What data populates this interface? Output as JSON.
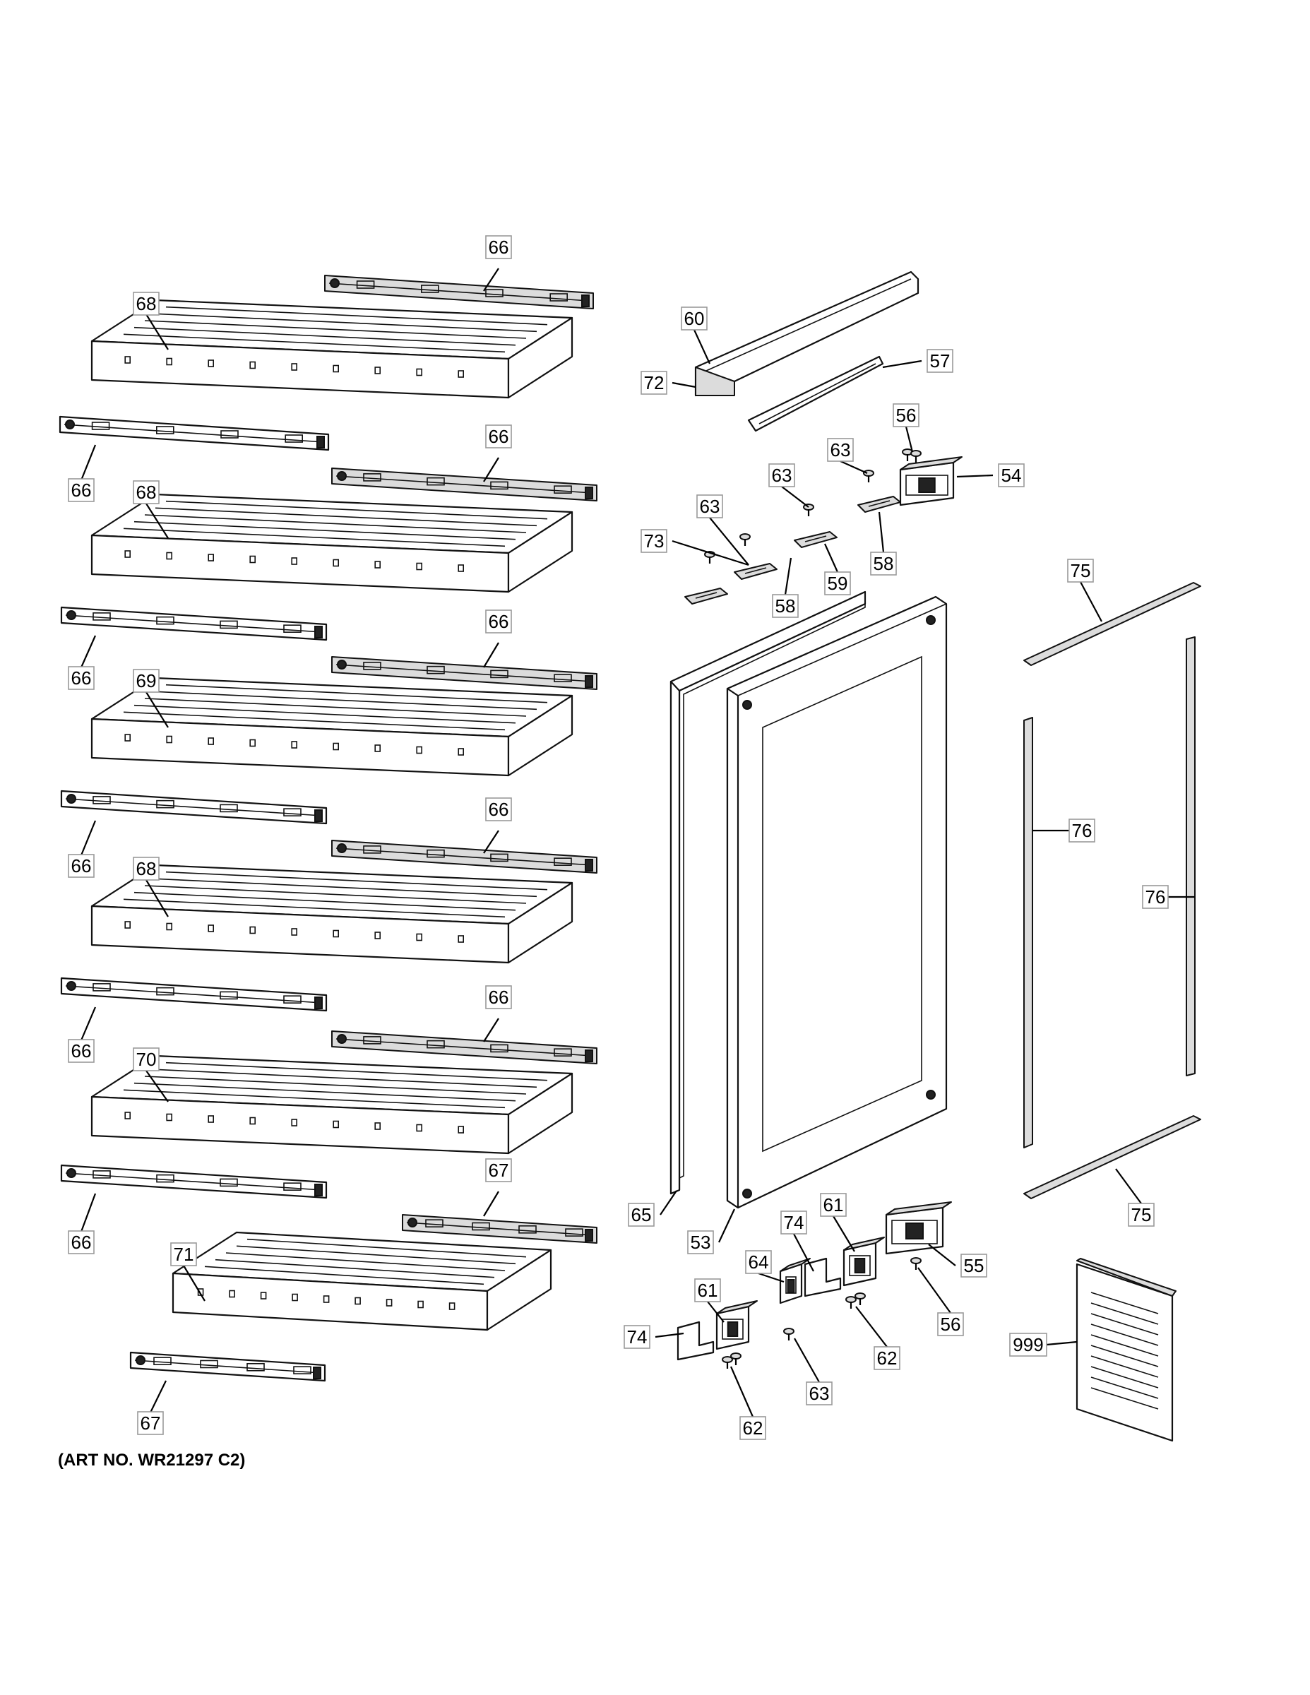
{
  "art_note": "(ART NO. WR21297 C2)",
  "callouts": [
    "66",
    "68",
    "66",
    "66",
    "68",
    "66",
    "66",
    "69",
    "66",
    "66",
    "68",
    "66",
    "66",
    "70",
    "66",
    "67",
    "71",
    "67",
    "60",
    "72",
    "57",
    "56",
    "63",
    "63",
    "54",
    "63",
    "73",
    "58",
    "59",
    "58",
    "65",
    "53",
    "74",
    "61",
    "64",
    "74",
    "61",
    "62",
    "63",
    "62",
    "55",
    "56",
    "75",
    "76",
    "76",
    "75",
    "999"
  ]
}
